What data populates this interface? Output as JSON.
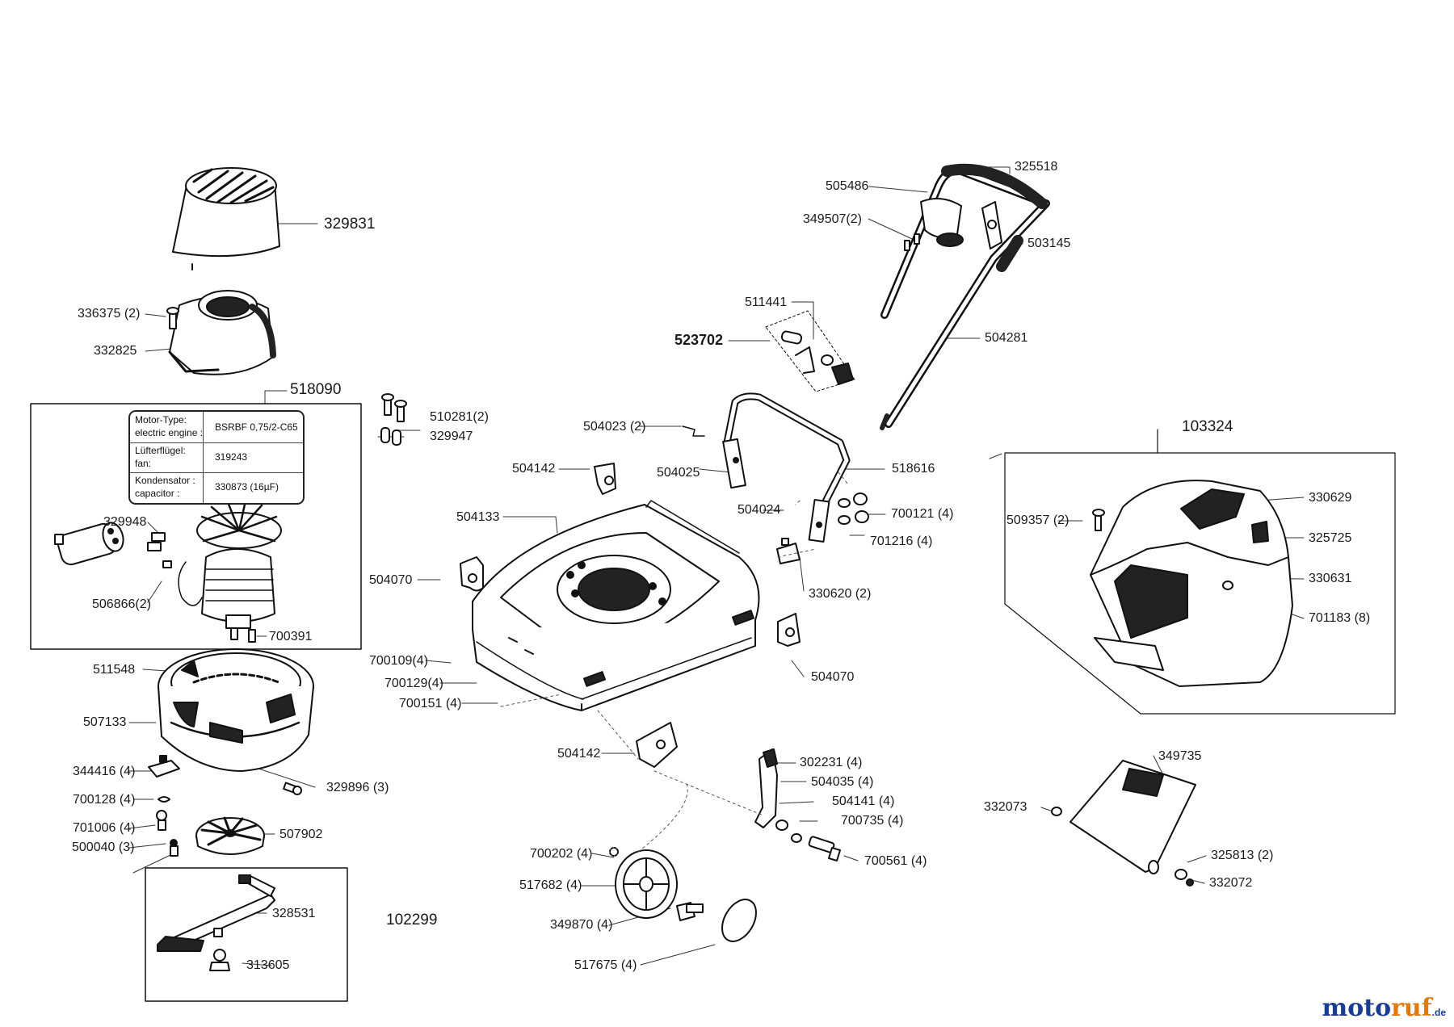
{
  "callouts": {
    "c329831": "329831",
    "c336375": "336375 (2)",
    "c332825": "332825",
    "c518090": "518090",
    "c329948": "329948",
    "c506866": "506866(2)",
    "c700391": "700391",
    "c511548": "511548",
    "c507133": "507133",
    "c344416": "344416 (4)",
    "c329896": "329896 (3)",
    "c700128": "700128 (4)",
    "c701006": "701006 (4)",
    "c507902": "507902",
    "c500040": "500040 (3)",
    "c328531": "328531",
    "c102299": "102299",
    "c313605": "313605",
    "c510281": "510281(2)",
    "c329947": "329947",
    "c504023": "504023 (2)",
    "c504142a": "504142",
    "c504025": "504025",
    "c504133": "504133",
    "c504024": "504024",
    "c504070a": "504070",
    "c330620": "330620 (2)",
    "c504070b": "504070",
    "c700109": "700109(4)",
    "c700129": "700129(4)",
    "c700151": "700151 (4)",
    "c504142b": "504142",
    "c302231": "302231 (4)",
    "c504035": "504035 (4)",
    "c504141": "504141 (4)",
    "c700735": "700735 (4)",
    "c700561": "700561 (4)",
    "c700202": "700202 (4)",
    "c517682": "517682 (4)",
    "c349870": "349870 (4)",
    "c517675": "517675  (4)",
    "c505486": "505486",
    "c325518": "325518",
    "c349507": "349507(2)",
    "c503145": "503145",
    "c511441": "511441",
    "c523702": "523702",
    "c504281": "504281",
    "c518616": "518616",
    "c700121": "700121 (4)",
    "c701216": "701216 (4)",
    "c103324": "103324",
    "c509357": "509357 (2)",
    "c330629": "330629",
    "c325725": "325725",
    "c330631": "330631",
    "c701183": "701183 (8)",
    "c349735": "349735",
    "c332073": "332073",
    "c325813": "325813 (2)",
    "c332072": "332072"
  },
  "spec_table": {
    "row1_key": "Motor-Type:\nelectric engine :",
    "row1_key_a": "Motor-Type:",
    "row1_key_b": "electric engine :",
    "row1_val": "BSRBF 0,75/2-C65",
    "row2_key_a": "Lüfterflügel:",
    "row2_key_b": "fan:",
    "row2_val": "319243",
    "row3_key_a": "Kondensator :",
    "row3_key_b": "capacitor :",
    "row3_val": "330873 (16µF)"
  },
  "logo": {
    "text_moto": "moto",
    "text_ruf": "ruf",
    "tld": ".de",
    "color_moto": "#1a3d8f",
    "color_ruf": "#e07a10"
  }
}
